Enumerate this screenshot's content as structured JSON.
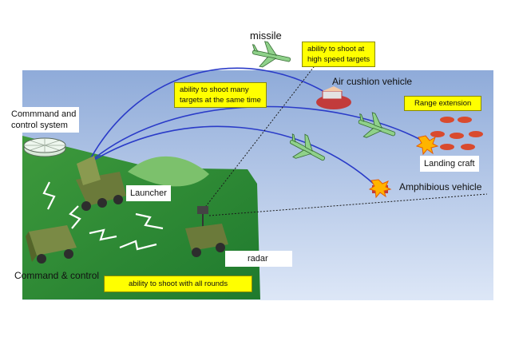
{
  "labels": {
    "missile": "missile",
    "command_system_line1": "Commmand and",
    "command_system_line2": "control system",
    "launcher": "Launcher",
    "command_control": "Command & control",
    "radar": "radar",
    "air_cushion_vehicle": "Air cushion vehicle",
    "landing_craft": "Landing craft",
    "amphibious_vehicle": "Amphibious vehicle"
  },
  "callouts": {
    "high_speed_line1": "ability to shoot at",
    "high_speed_line2": "high speed targets",
    "many_targets_line1": "ability to shoot many",
    "many_targets_line2": "targets at the same time",
    "range_extension": "Range extension",
    "all_rounds": "ability to shoot with all rounds"
  },
  "colors": {
    "sky": "#a9bfe6",
    "sea": "#c7d6f0",
    "land": "#2e8b36",
    "trajectory": "#2a3bc8",
    "callout_fill": "#ffff00",
    "vehicle": "#6b7a3a",
    "missile": "#8fd18a"
  },
  "icons": [
    "missile-icon",
    "launcher-icon",
    "radar-vehicle-icon",
    "command-vehicle-icon",
    "command-dish-icon",
    "hovercraft-icon",
    "landing-craft-icon",
    "amphibious-vehicle-icon",
    "explosion-icon",
    "radio-link-icon"
  ]
}
